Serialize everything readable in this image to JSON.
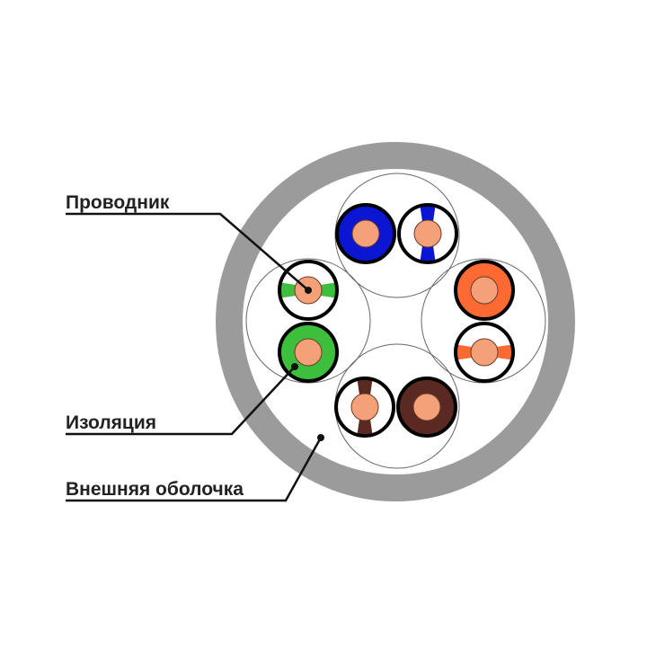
{
  "labels": {
    "conductor": "Проводник",
    "insulation": "Изоляция",
    "outer_jacket": "Внешняя оболочка"
  },
  "colors": {
    "jacket": "#9b9b9b",
    "copper": "#f4a079",
    "blue": "#0b16d2",
    "green": "#3dbf3d",
    "orange": "#ff6a33",
    "brown": "#5a2a22"
  },
  "pairs": [
    {
      "name": "blue",
      "wires": [
        "solid",
        "striped"
      ]
    },
    {
      "name": "green",
      "wires": [
        "striped",
        "solid"
      ]
    },
    {
      "name": "orange",
      "wires": [
        "solid",
        "striped"
      ]
    },
    {
      "name": "brown",
      "wires": [
        "striped",
        "solid"
      ]
    }
  ]
}
